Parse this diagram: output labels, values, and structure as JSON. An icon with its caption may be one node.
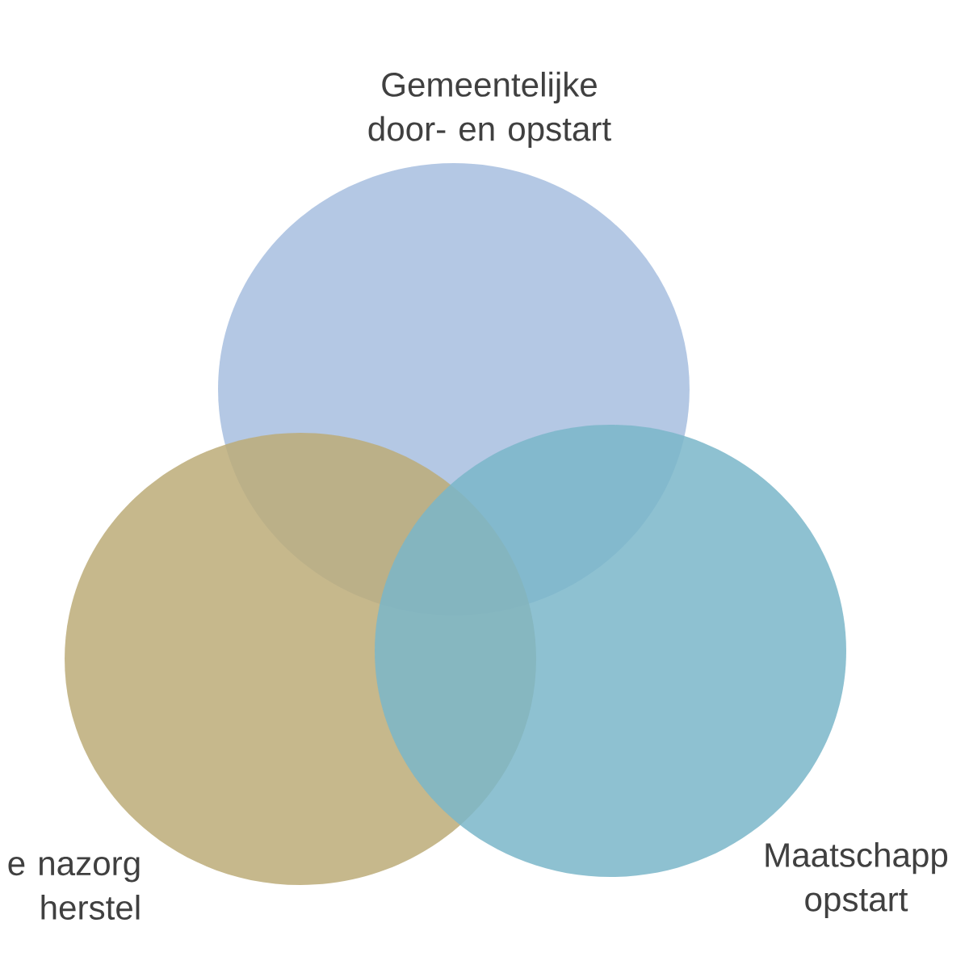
{
  "diagram": {
    "nodes": [
      {
        "text": [
          "Gemeentelijke door- en opstart"
        ]
      },
      {
        "text": [
          "e nazorg herstel"
        ]
      },
      {
        "text": [
          "Maatschapp opstart"
        ]
      }
    ]
  }
}
